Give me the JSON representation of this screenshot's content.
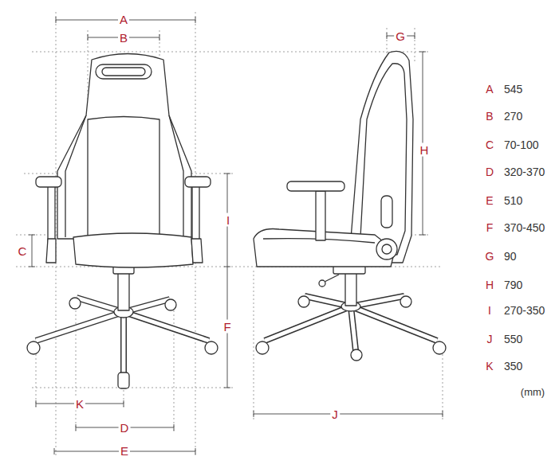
{
  "diagram": {
    "labels": [
      "A",
      "B",
      "G",
      "H",
      "C",
      "I",
      "F",
      "K",
      "D",
      "E",
      "J",
      "A",
      "545",
      "B",
      "270",
      "C",
      "70-100",
      "D",
      "320-370",
      "E",
      "510",
      "F",
      "370-450",
      "G",
      "90",
      "H",
      "790",
      "I",
      "270-350",
      "J",
      "550",
      "K",
      "350",
      "(mm)"
    ]
  }
}
